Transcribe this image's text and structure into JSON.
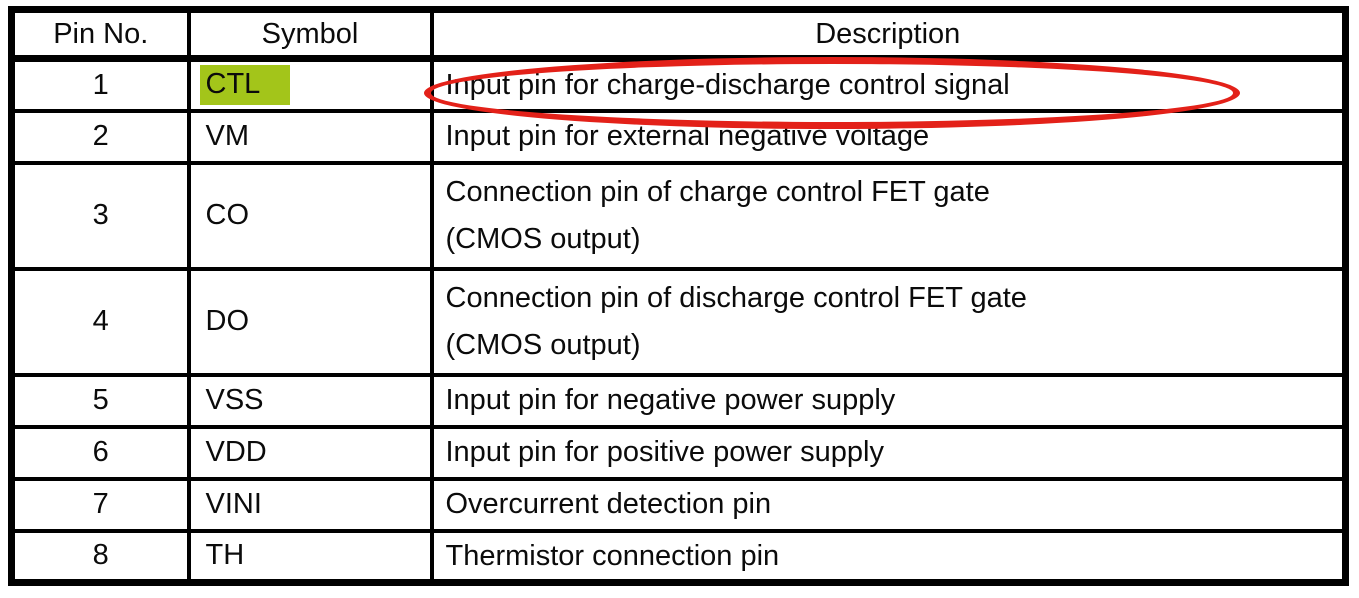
{
  "table": {
    "columns": [
      "Pin No.",
      "Symbol",
      "Description"
    ],
    "rows": [
      {
        "pin": "1",
        "symbol": "CTL",
        "description": "Input pin for charge-discharge control signal"
      },
      {
        "pin": "2",
        "symbol": "VM",
        "description": "Input pin for external negative voltage"
      },
      {
        "pin": "3",
        "symbol": "CO",
        "description": "Connection pin of charge control FET gate\n(CMOS output)"
      },
      {
        "pin": "4",
        "symbol": "DO",
        "description": "Connection pin of discharge control FET gate\n(CMOS output)"
      },
      {
        "pin": "5",
        "symbol": "VSS",
        "description": "Input pin for negative power supply"
      },
      {
        "pin": "6",
        "symbol": "VDD",
        "description": "Input pin for positive power supply"
      },
      {
        "pin": "7",
        "symbol": "VINI",
        "description": "Overcurrent detection pin"
      },
      {
        "pin": "8",
        "symbol": "TH",
        "description": "Thermistor connection pin"
      }
    ]
  },
  "annotations": {
    "symbol_highlight": {
      "target_pin": "1",
      "target_symbol": "CTL",
      "color": "#a3c51a"
    },
    "ellipse": {
      "target": "row 1 description",
      "color": "#e32119"
    }
  }
}
